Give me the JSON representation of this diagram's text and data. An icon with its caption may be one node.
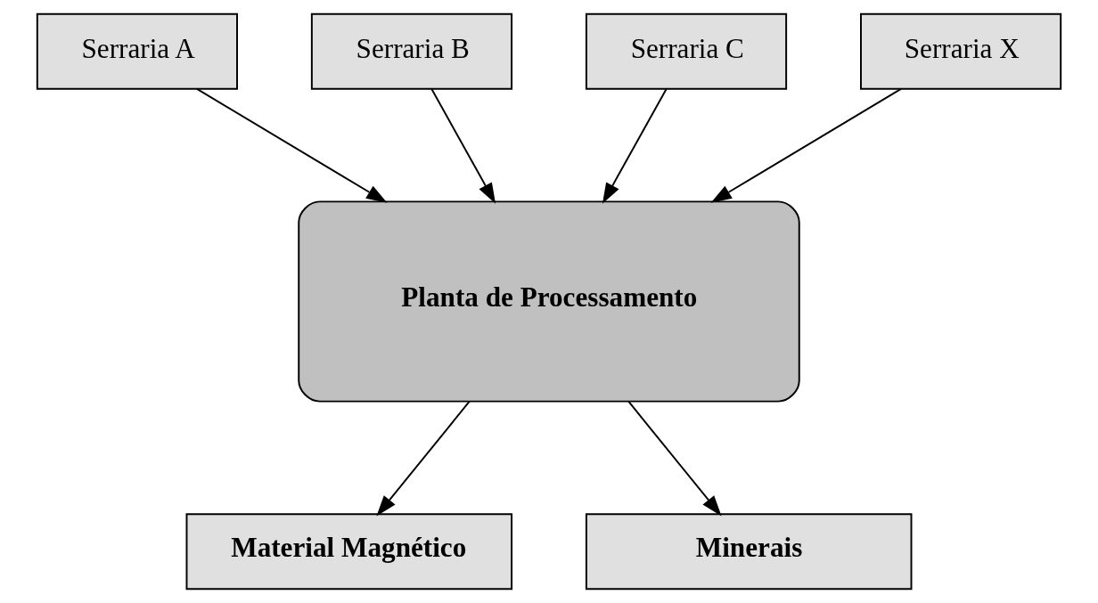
{
  "diagram": {
    "nodes": [
      {
        "text": [
          "Serraria A"
        ]
      },
      {
        "text": [
          "Serraria B"
        ]
      },
      {
        "text": [
          "Serraria C"
        ]
      },
      {
        "text": [
          "Serraria X"
        ]
      },
      {
        "text": [
          "Planta de Processamento"
        ]
      },
      {
        "text": [
          "Material Magnético"
        ]
      },
      {
        "text": [
          "Minerais"
        ]
      }
    ],
    "edges": [
      {
        "from": 0,
        "to": 4,
        "arrow": "to"
      },
      {
        "from": 1,
        "to": 4,
        "arrow": "to"
      },
      {
        "from": 2,
        "to": 4,
        "arrow": "to"
      },
      {
        "from": 3,
        "to": 4,
        "arrow": "to"
      },
      {
        "from": 4,
        "to": 5,
        "arrow": "to"
      },
      {
        "from": 4,
        "to": 6,
        "arrow": "to"
      }
    ]
  }
}
